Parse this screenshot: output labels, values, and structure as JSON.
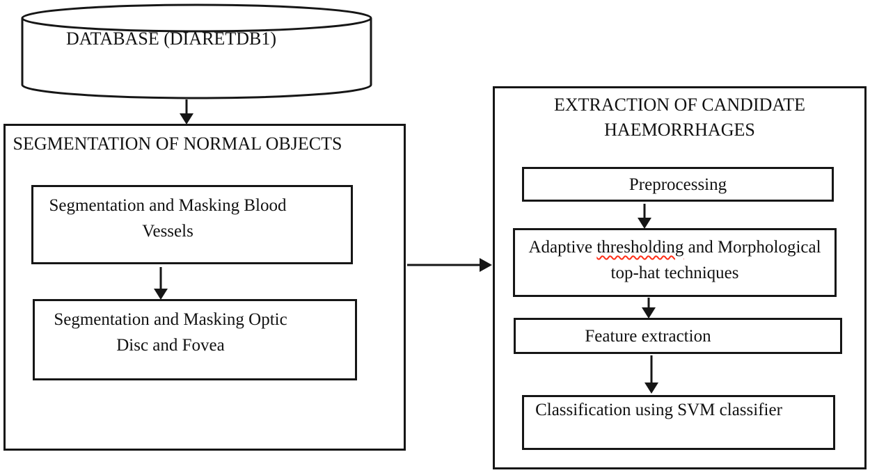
{
  "diagram": {
    "database": {
      "label": "DATABASE (DIARETDB1)"
    },
    "left_panel": {
      "title": "SEGMENTATION OF NORMAL OBJECTS",
      "steps": [
        {
          "label": "Segmentation and Masking Blood Vessels"
        },
        {
          "label": "Segmentation and Masking Optic Disc and Fovea"
        }
      ]
    },
    "right_panel": {
      "title": "EXTRACTION OF CANDIDATE HAEMORRHAGES",
      "steps": [
        {
          "label": "Preprocessing"
        },
        {
          "label_pre": "Adaptive ",
          "label_flagged": "thresholding",
          "label_post": " and Morphological top-hat techniques"
        },
        {
          "label": "Feature extraction"
        },
        {
          "label": "Classification using SVM classifier"
        }
      ]
    },
    "colors": {
      "line": "#161616",
      "text": "#111111",
      "background": "#ffffff",
      "spellcheck_underline": "#ff2d16"
    }
  }
}
